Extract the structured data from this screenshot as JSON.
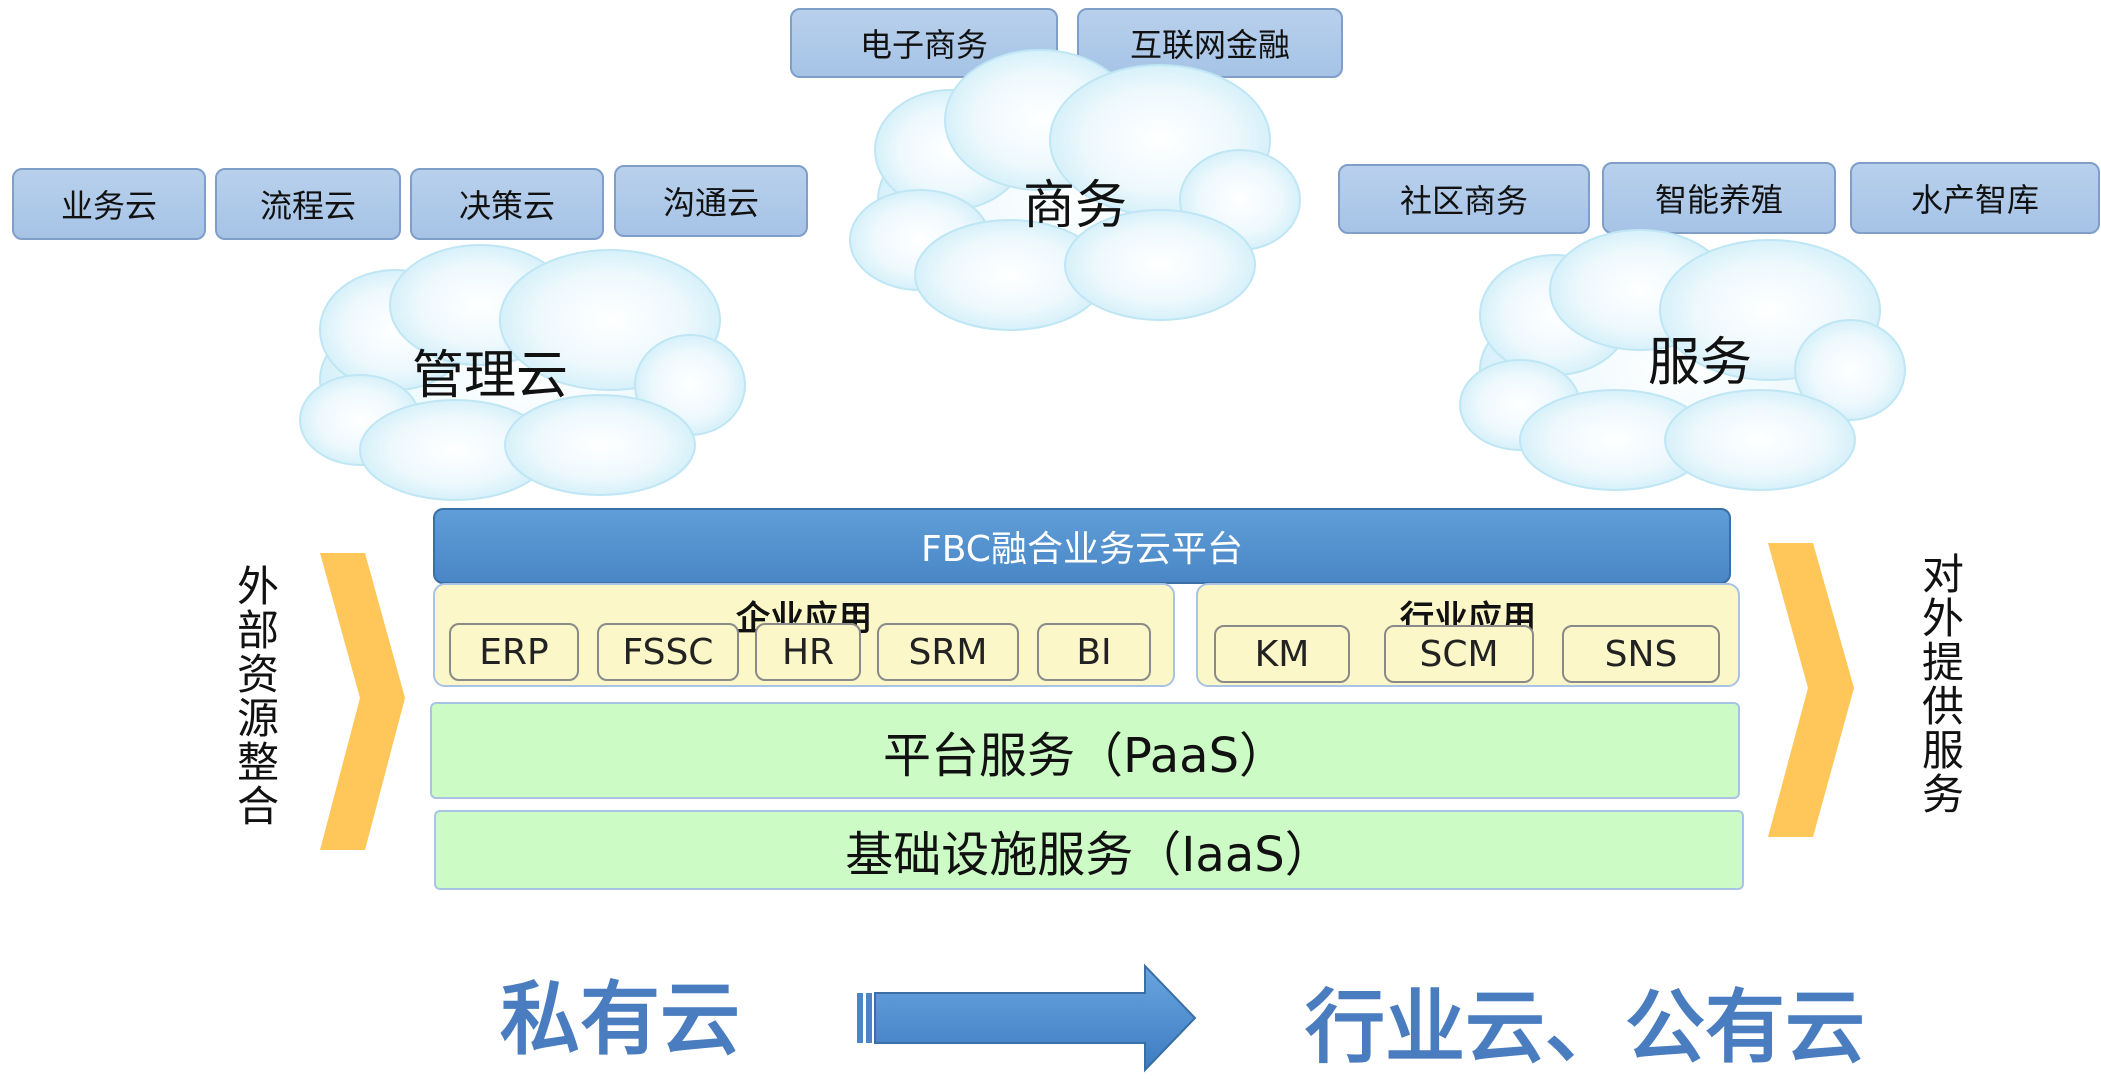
{
  "top_tags": [
    "电子商务",
    "互联网金融"
  ],
  "left_tags": [
    "业务云",
    "流程云",
    "决策云",
    "沟通云"
  ],
  "right_tags": [
    "社区商务",
    "智能养殖",
    "水产智库"
  ],
  "clouds": {
    "business": "商务",
    "management": "管理云",
    "service": "服务"
  },
  "platform_title": "FBC融合业务云平台",
  "enterprise_apps": {
    "title": "企业应用",
    "items": [
      "ERP",
      "FSSC",
      "HR",
      "SRM",
      "BI"
    ]
  },
  "industry_apps": {
    "title": "行业应用",
    "items": [
      "KM",
      "SCM",
      "SNS"
    ]
  },
  "paas": "平台服务（PaaS）",
  "iaas": "基础设施服务（IaaS）",
  "left_vertical": [
    "外",
    "部",
    "资",
    "源",
    "整",
    "合"
  ],
  "right_vertical": [
    "对",
    "外",
    "提",
    "供",
    "服",
    "务"
  ],
  "bottom_left": "私有云",
  "bottom_right": "行业云、公有云",
  "colors": {
    "tag_fill": "#a6c3e6",
    "platform_bar": "#4a86c6",
    "app_fill": "#fbf7c8",
    "layer_fill": "#ccfbc6",
    "chevron": "#ffc65a",
    "bottom_text": "#4a7dc0",
    "cloud_fill": "#e7f6fc"
  }
}
